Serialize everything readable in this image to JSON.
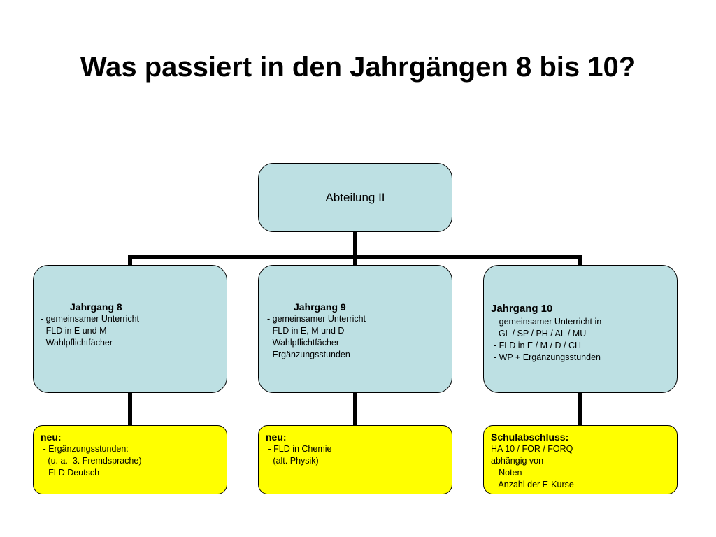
{
  "title": "Was passiert in den Jahrgängen 8 bis 10?",
  "root": {
    "label": "Abteilung II"
  },
  "jahrgaenge": [
    {
      "heading": "Jahrgang 8",
      "lines": [
        "- gemeinsamer Unterricht",
        "- FLD in E und M",
        "- Wahlpflichtfächer"
      ]
    },
    {
      "heading": "Jahrgang 9",
      "first_dash": "-",
      "first_rest": " gemeinsamer Unterricht",
      "lines": [
        "- FLD in E, M und D",
        "- Wahlpflichtfächer",
        "- Ergänzungsstunden"
      ]
    },
    {
      "heading": "Jahrgang 10",
      "lines": [
        "- gemeinsamer Unterricht in",
        "  GL / SP / PH / AL / MU",
        "- FLD in E / M / D / CH",
        "- WP + Ergänzungsstunden"
      ]
    }
  ],
  "notes": [
    {
      "heading": "neu:",
      "lines": [
        " - Ergänzungsstunden:",
        "   (u. a.  3. Fremdsprache)",
        " - FLD Deutsch"
      ]
    },
    {
      "heading": "neu:",
      "lines": [
        " - FLD in Chemie",
        "   (alt. Physik)"
      ]
    },
    {
      "heading": "Schulabschluss:",
      "lines": [
        "HA 10 / FOR / FORQ",
        "abhängig von",
        " - Noten",
        " - Anzahl der E-Kurse"
      ]
    }
  ],
  "colors": {
    "box_blue": "#bde0e3",
    "box_yellow": "#ffff00",
    "connector": "#000000"
  }
}
